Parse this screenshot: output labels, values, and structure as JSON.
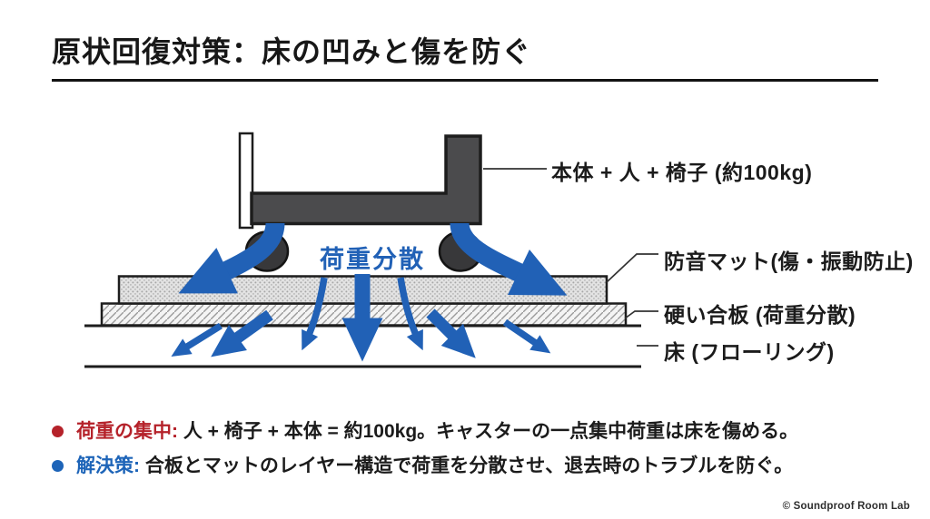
{
  "title": {
    "text": "原状回復対策：床の凹みと傷を防ぐ"
  },
  "diagram": {
    "load_label": "荷重分散",
    "labels": {
      "unit": "本体 + 人 + 椅子 (約100kg)",
      "mat": "防音マット(傷・振動防止)",
      "plywood": "硬い合板 (荷重分散)",
      "floor": "床 (フローリング)"
    }
  },
  "bullets": [
    {
      "label": "荷重の集中:",
      "text": " 人 + 椅子 + 本体 = 約100kg。キャスターの一点集中荷重は床を傷める。"
    },
    {
      "label": "解決策:",
      "text": " 合板とマットのレイヤー構造で荷重を分散させ、退去時のトラブルを防ぐ。"
    }
  ],
  "footer": {
    "credit": "© Soundproof Room Lab"
  },
  "theme": {
    "arrow_blue": "#2161b6",
    "accent_red": "#b5222a",
    "accent_blue": "#1d64b8",
    "structure_gray": "#4b4b4d",
    "caster_dark": "#38383a",
    "outline_ink": "#1d1d1d",
    "mat_base": "#e3e3e3",
    "ply_base": "#f4f4f4"
  }
}
